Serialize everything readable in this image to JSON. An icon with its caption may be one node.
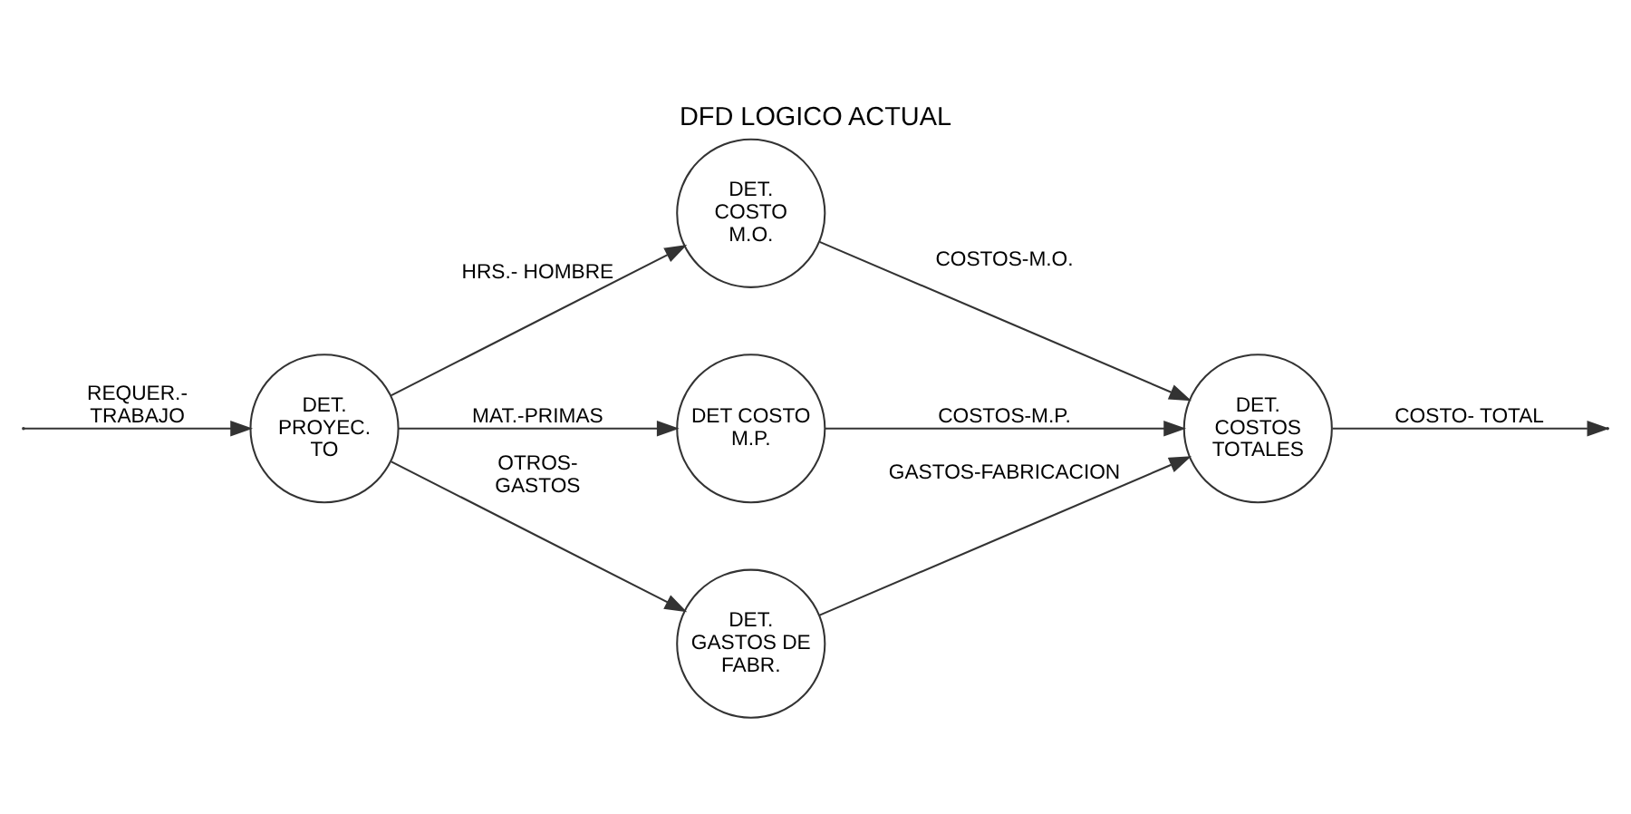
{
  "diagram": {
    "title": "DFD LOGICO ACTUAL",
    "nodes": [
      {
        "text": [
          "DET. PROYEC. TO"
        ]
      },
      {
        "text": [
          "DET. COSTO M.O."
        ]
      },
      {
        "text": [
          "DET COSTO M.P."
        ]
      },
      {
        "text": [
          "DET. GASTOS DE FABR."
        ]
      },
      {
        "text": [
          "DET. COSTOS TOTALES"
        ]
      }
    ],
    "edges": [
      {
        "from": null,
        "to": 0,
        "arrow": "to",
        "label": "REQUER.- TRABAJO"
      },
      {
        "from": 0,
        "to": 1,
        "arrow": "to",
        "label": "HRS.- HOMBRE"
      },
      {
        "from": 0,
        "to": 2,
        "arrow": "to",
        "label": "MAT.-PRIMAS"
      },
      {
        "from": 0,
        "to": 3,
        "arrow": "to",
        "label": "OTROS- GASTOS"
      },
      {
        "from": 1,
        "to": 4,
        "arrow": "to",
        "label": "COSTOS-M.O."
      },
      {
        "from": 2,
        "to": 4,
        "arrow": "to",
        "label": "COSTOS-M.P."
      },
      {
        "from": 3,
        "to": 4,
        "arrow": "to",
        "label": "GASTOS-FABRICACION"
      },
      {
        "from": 4,
        "to": null,
        "arrow": "to",
        "label": "COSTO- TOTAL"
      }
    ]
  }
}
